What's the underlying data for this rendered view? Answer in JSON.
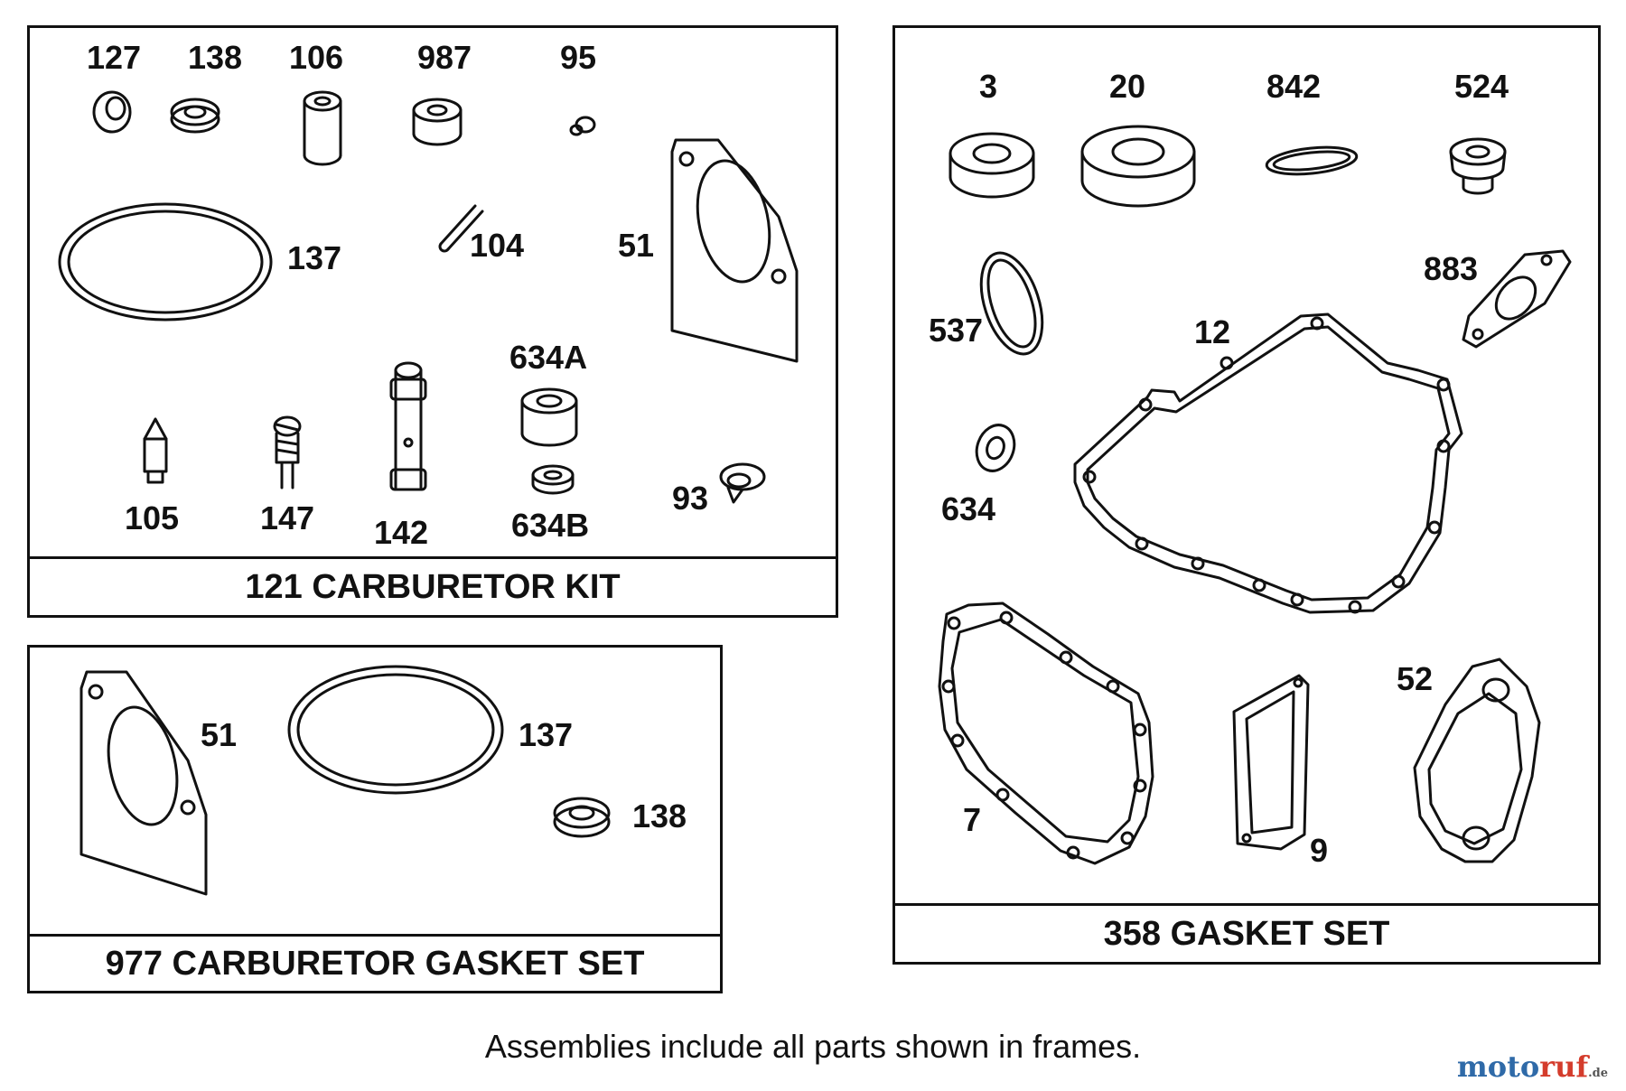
{
  "frames": {
    "carb_kit": {
      "title": "121 CARBURETOR KIT",
      "labels": [
        "127",
        "138",
        "106",
        "987",
        "95",
        "137",
        "104",
        "51",
        "634A",
        "105",
        "147",
        "142",
        "634B",
        "93"
      ]
    },
    "carb_gasket": {
      "title": "977 CARBURETOR GASKET SET",
      "labels": [
        "51",
        "137",
        "138"
      ]
    },
    "gasket_set": {
      "title": "358 GASKET SET",
      "labels": [
        "3",
        "20",
        "842",
        "524",
        "537",
        "12",
        "883",
        "634",
        "7",
        "9",
        "52"
      ]
    }
  },
  "note": "Assemblies include all parts shown in frames.",
  "watermark": {
    "text": "motoruf",
    "suffix": ".de",
    "colors": [
      "#2f6aa8",
      "#d43c2c"
    ]
  }
}
